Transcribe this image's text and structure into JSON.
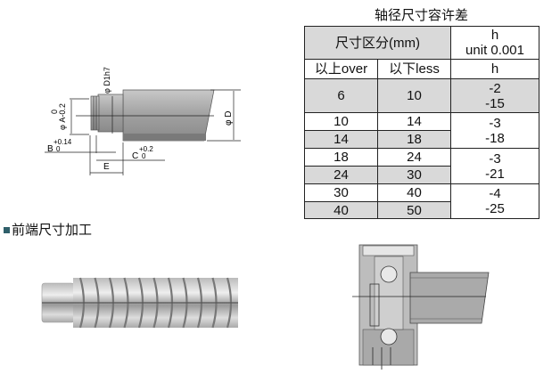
{
  "table": {
    "title": "轴径尺寸容许差",
    "header_range": "尺寸区分(mm)",
    "header_h": "h",
    "header_unit": "unit 0.001",
    "col_over": "以上over",
    "col_less": "以下less",
    "col_h": "h",
    "rows": [
      {
        "over": "6",
        "less": "10"
      },
      {
        "over": "10",
        "less": "14"
      },
      {
        "over": "14",
        "less": "18"
      },
      {
        "over": "18",
        "less": "24"
      },
      {
        "over": "24",
        "less": "30"
      },
      {
        "over": "30",
        "less": "40"
      },
      {
        "over": "40",
        "less": "50"
      }
    ],
    "tolerances": [
      {
        "upper": "-2",
        "lower": "-15"
      },
      {
        "upper": "-3",
        "lower": "-18"
      },
      {
        "upper": "-3",
        "lower": "-21"
      },
      {
        "upper": "-4",
        "lower": "-25"
      }
    ]
  },
  "drawing": {
    "d1": "φ D1h7",
    "a": "φ A-0.2",
    "a_tol": "0",
    "d": "φ D",
    "b": "B",
    "b_tol_upper": "+0.14",
    "b_tol_lower": "0",
    "c": "C",
    "c_tol_upper": "+0.2",
    "c_tol_lower": "0",
    "e": "E"
  },
  "section": {
    "label": "前端尺寸加工"
  }
}
